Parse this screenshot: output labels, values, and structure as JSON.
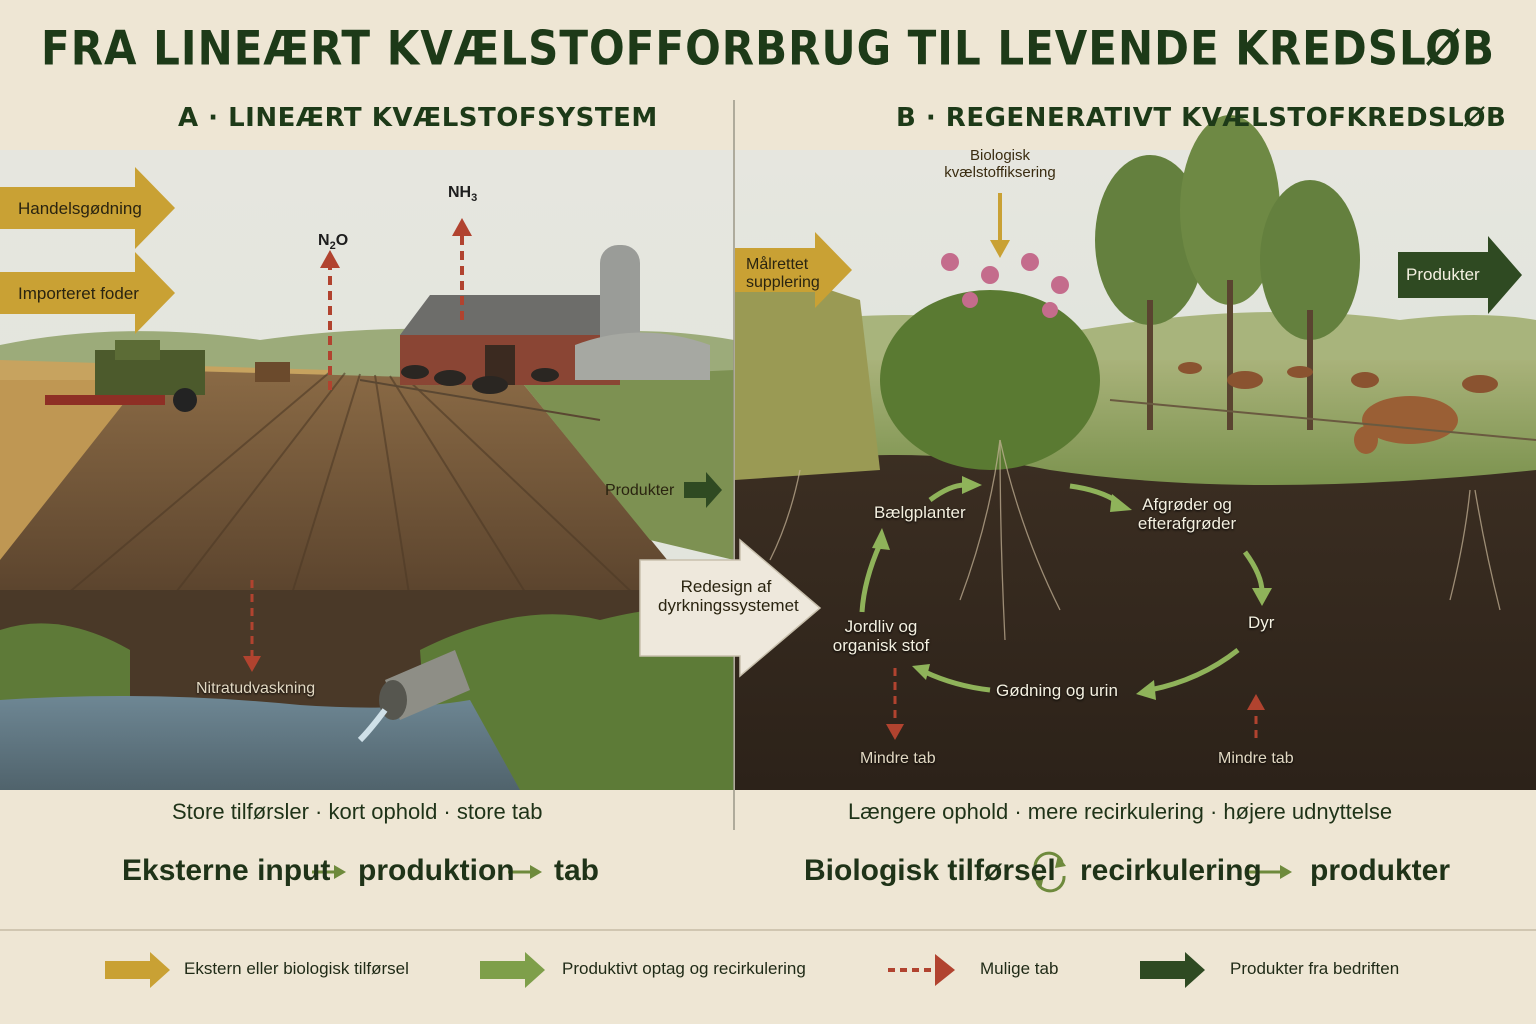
{
  "title": "FRA LINEÆRT KVÆLSTOFFORBRUG TIL LEVENDE KREDSLØB",
  "panel_a": {
    "title": "A · LINEÆRT KVÆLSTOFSYSTEM",
    "inputs": [
      "Handelsgødning",
      "Importeret foder"
    ],
    "gas_n2o": "N",
    "gas_n2o_sub": "2",
    "gas_n2o_end": "O",
    "gas_nh3": "NH",
    "gas_nh3_sub": "3",
    "products": "Produkter",
    "leaching": "Nitratudvaskning",
    "summary": "Store tilførsler · kort ophold · store tab",
    "flow": [
      "Eksterne input",
      "produktion",
      "tab"
    ]
  },
  "redesign": {
    "line1": "Redesign af",
    "line2": "dyrkningssystemet"
  },
  "panel_b": {
    "title": "B · REGENERATIVT KVÆLSTOFKREDSLØB",
    "fixation_line1": "Biologisk",
    "fixation_line2": "kvælstoffiksering",
    "supply_line1": "Målrettet",
    "supply_line2": "supplering",
    "products": "Produkter",
    "cycle": {
      "legumes": "Bælgplanter",
      "crops_line1": "Afgrøder og",
      "crops_line2": "efterafgrøder",
      "animals": "Dyr",
      "manure": "Gødning og urin",
      "soil_line1": "Jordliv og",
      "soil_line2": "organisk stof"
    },
    "loss_left": "Mindre tab",
    "loss_right": "Mindre tab",
    "summary": "Længere ophold · mere recirkulering · højere udnyttelse",
    "flow": [
      "Biologisk tilførsel",
      "recirkulering",
      "produkter"
    ]
  },
  "legend": [
    {
      "label": "Ekstern eller biologisk tilførsel",
      "color": "#c9a134",
      "style": "solid"
    },
    {
      "label": "Produktivt optag og recirkulering",
      "color": "#7e9f4a",
      "style": "solid"
    },
    {
      "label": "Mulige tab",
      "color": "#b1432f",
      "style": "dashed"
    },
    {
      "label": "Produkter fra bedriften",
      "color": "#2f4a22",
      "style": "solid"
    }
  ],
  "colors": {
    "gold": "#c9a134",
    "green": "#7e9f4a",
    "red": "#b1432f",
    "dark_green": "#2f4a22",
    "soil": "#3d2f22",
    "sky": "#dde3e1"
  }
}
